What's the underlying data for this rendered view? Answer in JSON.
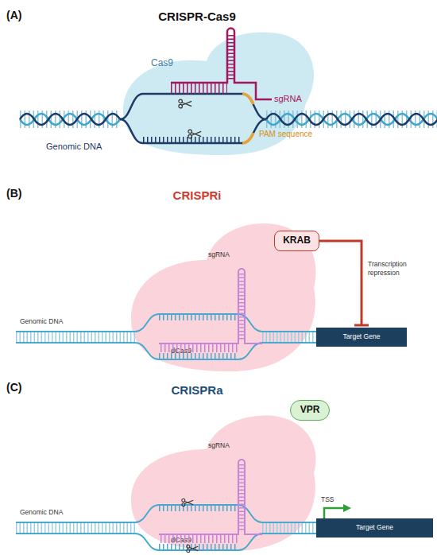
{
  "diagram": {
    "nodes": [
      {
        "text": [
          "Cas9"
        ]
      },
      {
        "text": [
          "KRAB"
        ]
      },
      {
        "text": [
          "dCas9"
        ]
      },
      {
        "text": [
          "Target Gene"
        ]
      },
      {
        "text": [
          "VPR"
        ]
      },
      {
        "text": [
          "dCas9"
        ]
      },
      {
        "text": [
          "Target Gene"
        ]
      }
    ],
    "edges": [
      {
        "from": 1,
        "to": 3,
        "arrow": "to",
        "label": "Transcription repression"
      }
    ],
    "labels": [
      "(A)",
      "CRISPR-Cas9",
      "sgRNA",
      "PAM sequence",
      "Genomic DNA",
      "(B)",
      "CRISPRi",
      "sgRNA",
      "Genomic DNA",
      "(C)",
      "CRISPRa",
      "sgRNA",
      "TSS",
      "Genomic DNA"
    ]
  }
}
